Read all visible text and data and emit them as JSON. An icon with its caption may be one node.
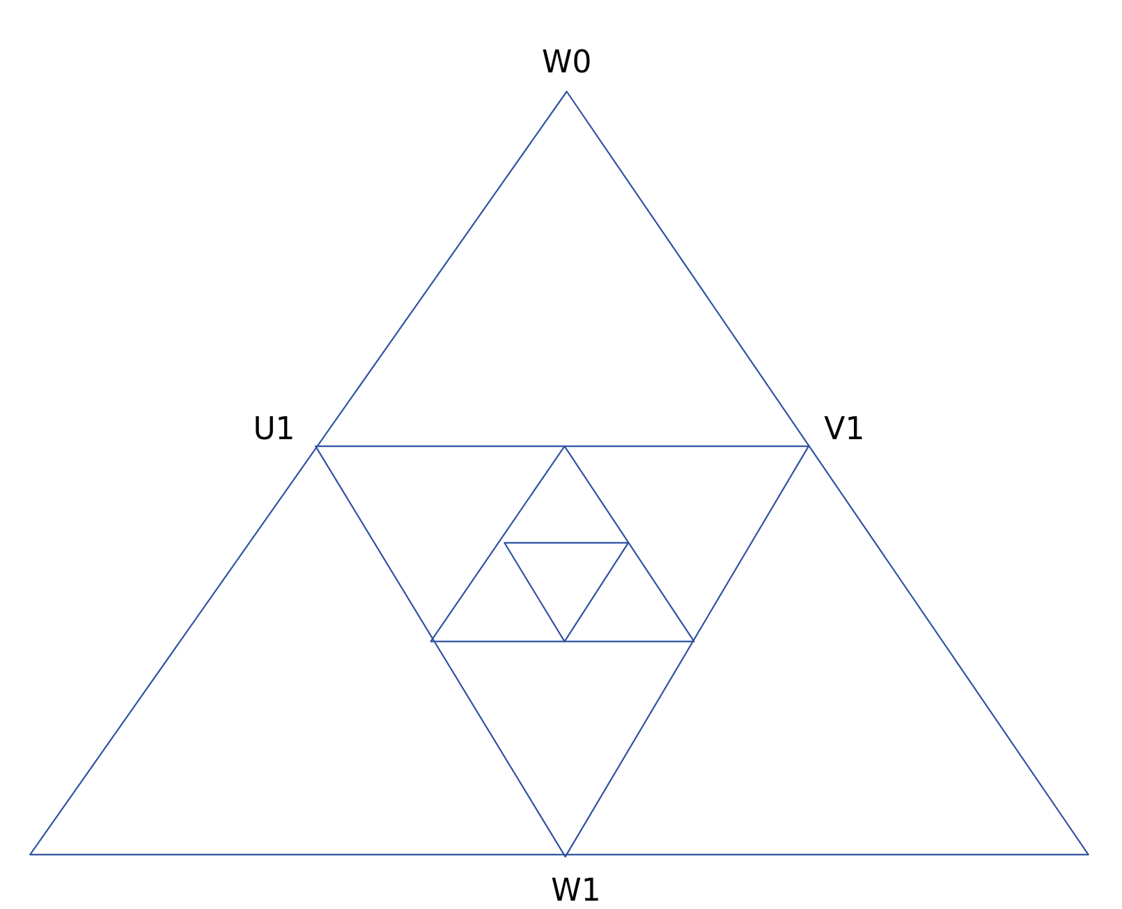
{
  "diagram": {
    "labels": [
      "W0",
      "U1",
      "V1",
      "W1"
    ]
  }
}
